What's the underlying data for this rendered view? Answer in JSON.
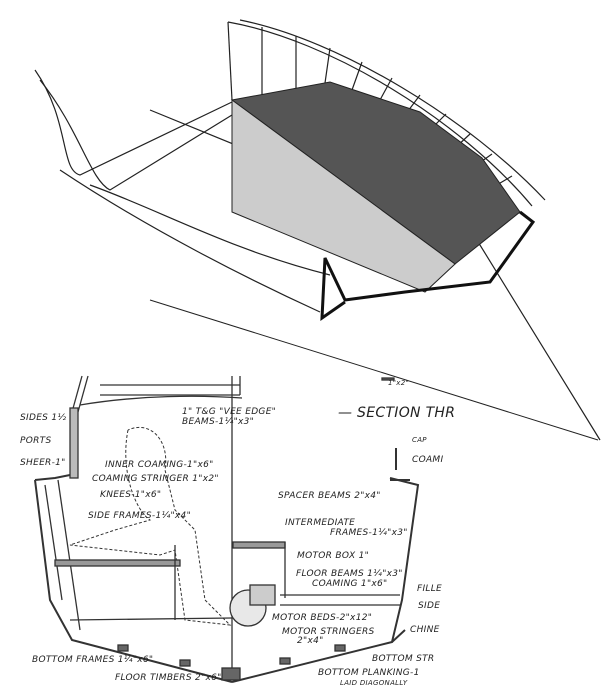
{
  "colors": {
    "box_top": "#555555",
    "box_side": "#cccccc",
    "ink": "#222222"
  },
  "drawing": {
    "title": "— SECTION THR",
    "labels": {
      "sides": "SIDES 1½",
      "ports": "PORTS",
      "sheer": "SHEER-1\"",
      "tg": "1\" T&G \"VEE EDGE\"",
      "beams": "BEAMS-1¼\"x3\"",
      "inner_coaming": "INNER COAMING-1\"x6\"",
      "coaming_stringer": "COAMING STRINGER 1\"x2\"",
      "knees": "KNEES-1\"x6\"",
      "side_frames": "SIDE FRAMES-1¼\"x4\"",
      "bottom_frames": "BOTTOM FRAMES 1¼\"x6\"",
      "floor_timbers": "FLOOR TIMBERS 2\"x6\"",
      "one_x_two": "1\"x2\"",
      "cap": "CAP",
      "coaming": "COAMI",
      "spacer_beams": "SPACER BEAMS 2\"x4\"",
      "intermediate1": "INTERMEDIATE",
      "intermediate2": "FRAMES-1¼\"x3\"",
      "motor_box": "MOTOR BOX 1\"",
      "floor_beams": "FLOOR BEAMS 1¼\"x3\"",
      "coaming_16": "COAMING 1\"x6\"",
      "filler": "FILLE",
      "side": "SIDE",
      "chine": "CHINE",
      "motor_beds": "MOTOR BEDS-2\"x12\"",
      "motor_stringers1": "MOTOR STRINGERS",
      "motor_stringers2": "2\"x4\"",
      "bottom_str": "BOTTOM STR",
      "bottom_planking": "BOTTOM PLANKING-1",
      "laid": "LAID DIAGONALLY"
    }
  }
}
